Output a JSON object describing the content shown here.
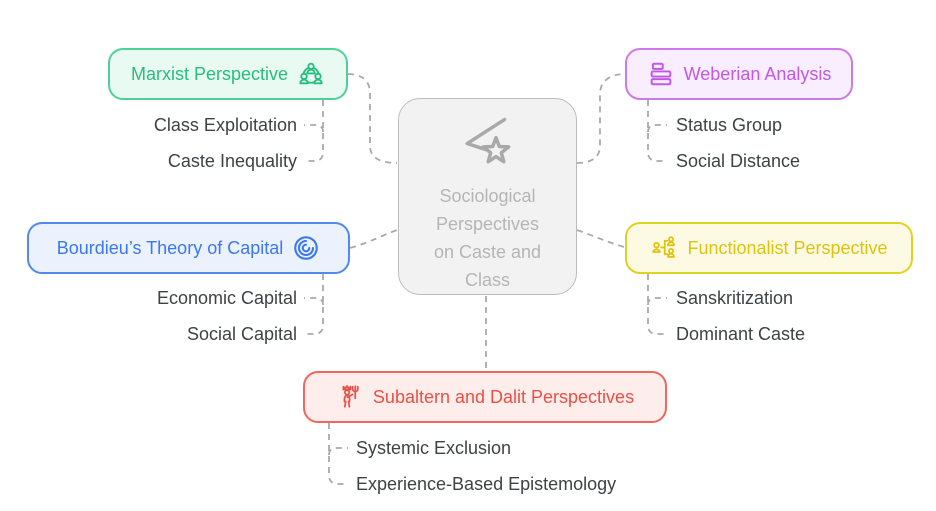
{
  "diagram": {
    "title": "Sociological Perspectives on Caste and Class",
    "connector_color": "#a9a9a9",
    "subitem_text_color": "#3f4245",
    "center": {
      "lines": [
        "Sociological",
        "Perspectives",
        "on Caste and",
        "Class"
      ],
      "icon": "shooting-star-icon",
      "colors": {
        "border": "#bcbcbc",
        "fill": "#f2f2f3",
        "text": "#b5b5b5",
        "icon": "#a9a9a9"
      }
    },
    "branches": [
      {
        "id": "marxist",
        "label": "Marxist Perspective",
        "icon": "team-group-icon",
        "icon_side": "right",
        "colors": {
          "border": "#4ed199",
          "fill": "#e9faf2",
          "text": "#27bd7e"
        },
        "children": [
          "Class Exploitation",
          "Caste Inequality"
        ]
      },
      {
        "id": "weberian",
        "label": "Weberian Analysis",
        "icon": "list-bars-icon",
        "icon_side": "left",
        "colors": {
          "border": "#cd79ec",
          "fill": "#f8eefd",
          "text": "#c257e8"
        },
        "children": [
          "Status Group",
          "Social Distance"
        ]
      },
      {
        "id": "bourdieu",
        "label": "Bourdieu’s Theory of Capital",
        "icon": "concentric-arcs-icon",
        "icon_side": "right",
        "colors": {
          "border": "#5289ee",
          "fill": "#ebf2fe",
          "text": "#3c78e9"
        },
        "children": [
          "Economic Capital",
          "Social Capital"
        ]
      },
      {
        "id": "functionalist",
        "label": "Functionalist Perspective",
        "icon": "org-hierarchy-icon",
        "icon_side": "left",
        "colors": {
          "border": "#e2d125",
          "fill": "#fdfae4",
          "text": "#dfc20e"
        },
        "children": [
          "Sanskritization",
          "Dominant Caste"
        ]
      },
      {
        "id": "subaltern",
        "label": "Subaltern and Dalit Perspectives",
        "icon": "deity-trident-icon",
        "icon_side": "left",
        "colors": {
          "border": "#f0675f",
          "fill": "#fdeeec",
          "text": "#ec4f45"
        },
        "children": [
          "Systemic Exclusion",
          "Experience-Based Epistemology"
        ]
      }
    ]
  }
}
